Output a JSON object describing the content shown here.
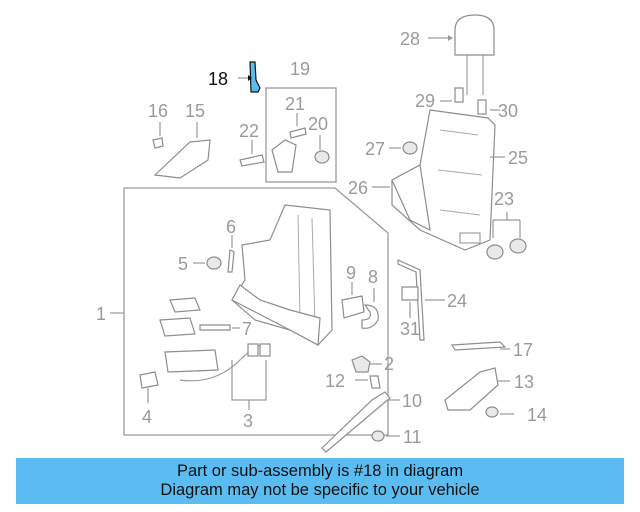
{
  "diagram": {
    "callouts": {
      "c1": "1",
      "c2": "2",
      "c3": "3",
      "c4": "4",
      "c5": "5",
      "c6": "6",
      "c7": "7",
      "c8": "8",
      "c9": "9",
      "c10": "10",
      "c11": "11",
      "c12": "12",
      "c13": "13",
      "c14": "14",
      "c15": "15",
      "c16": "16",
      "c17": "17",
      "c18": "18",
      "c19": "19",
      "c20": "20",
      "c21": "21",
      "c22": "22",
      "c23": "23",
      "c24": "24",
      "c25": "25",
      "c26": "26",
      "c27": "27",
      "c28": "28",
      "c29": "29",
      "c30": "30",
      "c31": "31"
    },
    "highlight_color": "#5bbcf2",
    "highlighted_part": "18"
  },
  "footer": {
    "line1": "Part or sub-assembly is #18 in diagram",
    "line2": "Diagram may not be specific to your vehicle",
    "background": "#5bbcf2"
  }
}
